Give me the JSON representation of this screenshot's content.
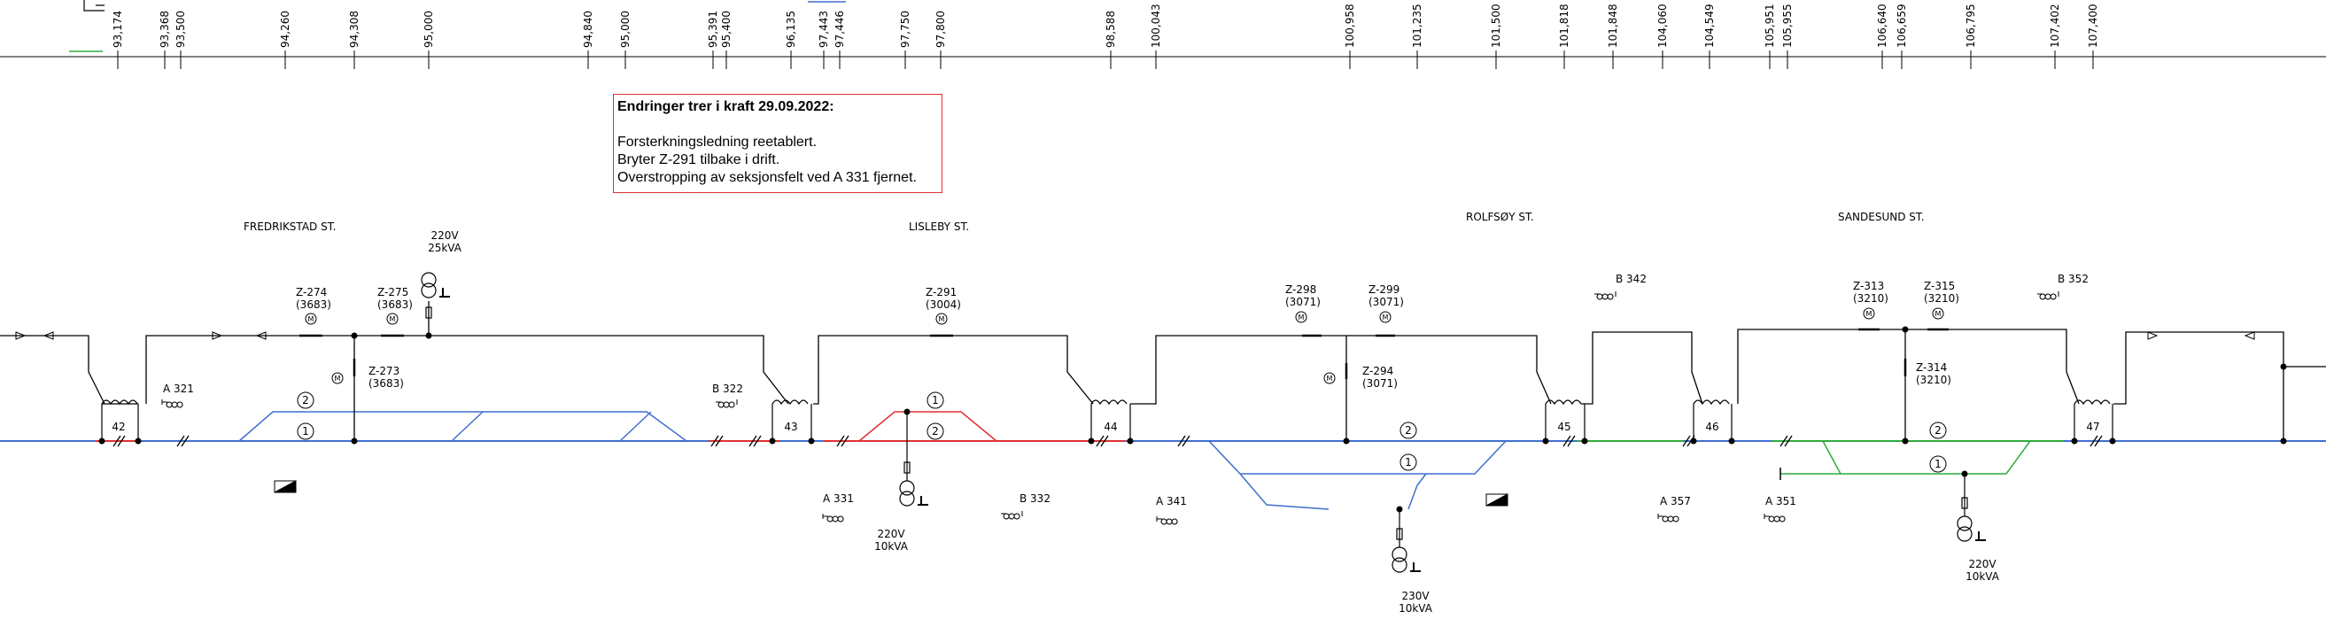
{
  "km_marks": [
    "93,174",
    "93,368",
    "93,500",
    "94,260",
    "94,308",
    "95,000",
    "94,840",
    "95,000",
    "95,391",
    "95,400",
    "96,135",
    "97,443",
    "97,446",
    "97,750",
    "97,800",
    "98,588",
    "100,043",
    "100,958",
    "101,235",
    "101,500",
    "101,818",
    "101,848",
    "104,060",
    "104,549",
    "105,951",
    "105,955",
    "106,640",
    "106,659",
    "106,795",
    "107,402",
    "107,400"
  ],
  "note": {
    "title": "Endringer trer i kraft 29.09.2022:",
    "lines": [
      "Forsterkningsledning reetablert.",
      "Bryter Z-291 tilbake i drift.",
      "Overstropping av seksjonsfelt ved A 331 fjernet."
    ]
  },
  "stations": [
    "FREDRIKSTAD ST.",
    "LISLEBY ST.",
    "ROLFSØY ST.",
    "SANDESUND ST."
  ],
  "switches": {
    "z274": [
      "Z-274",
      "(3683)"
    ],
    "z275": [
      "Z-275",
      "(3683)"
    ],
    "z273": [
      "Z-273",
      "(3683)"
    ],
    "z291": [
      "Z-291",
      "(3004)"
    ],
    "z298": [
      "Z-298",
      "(3071)"
    ],
    "z299": [
      "Z-299",
      "(3071)"
    ],
    "z294": [
      "Z-294",
      "(3071)"
    ],
    "z313": [
      "Z-313",
      "(3210)"
    ],
    "z315": [
      "Z-315",
      "(3210)"
    ],
    "z314": [
      "Z-314",
      "(3210)"
    ]
  },
  "motor_symbol": "M",
  "transformers": {
    "t1": [
      "220V",
      "25kVA"
    ],
    "t2": [
      "220V",
      "10kVA"
    ],
    "t3": [
      "230V",
      "10kVA"
    ],
    "t4": [
      "220V",
      "10kVA"
    ]
  },
  "sections": [
    "A 321",
    "B 322",
    "A 331",
    "B 332",
    "A 341",
    "B 342",
    "A 357",
    "A 351",
    "B 352"
  ],
  "posts": [
    "42",
    "43",
    "44",
    "45",
    "46",
    "47"
  ],
  "tracks": [
    "1",
    "2"
  ],
  "colors": {
    "blue": "#3f6fcf",
    "red": "#e03030",
    "green": "#2eab3c",
    "black": "#000000",
    "note_border": "#e0333a"
  }
}
